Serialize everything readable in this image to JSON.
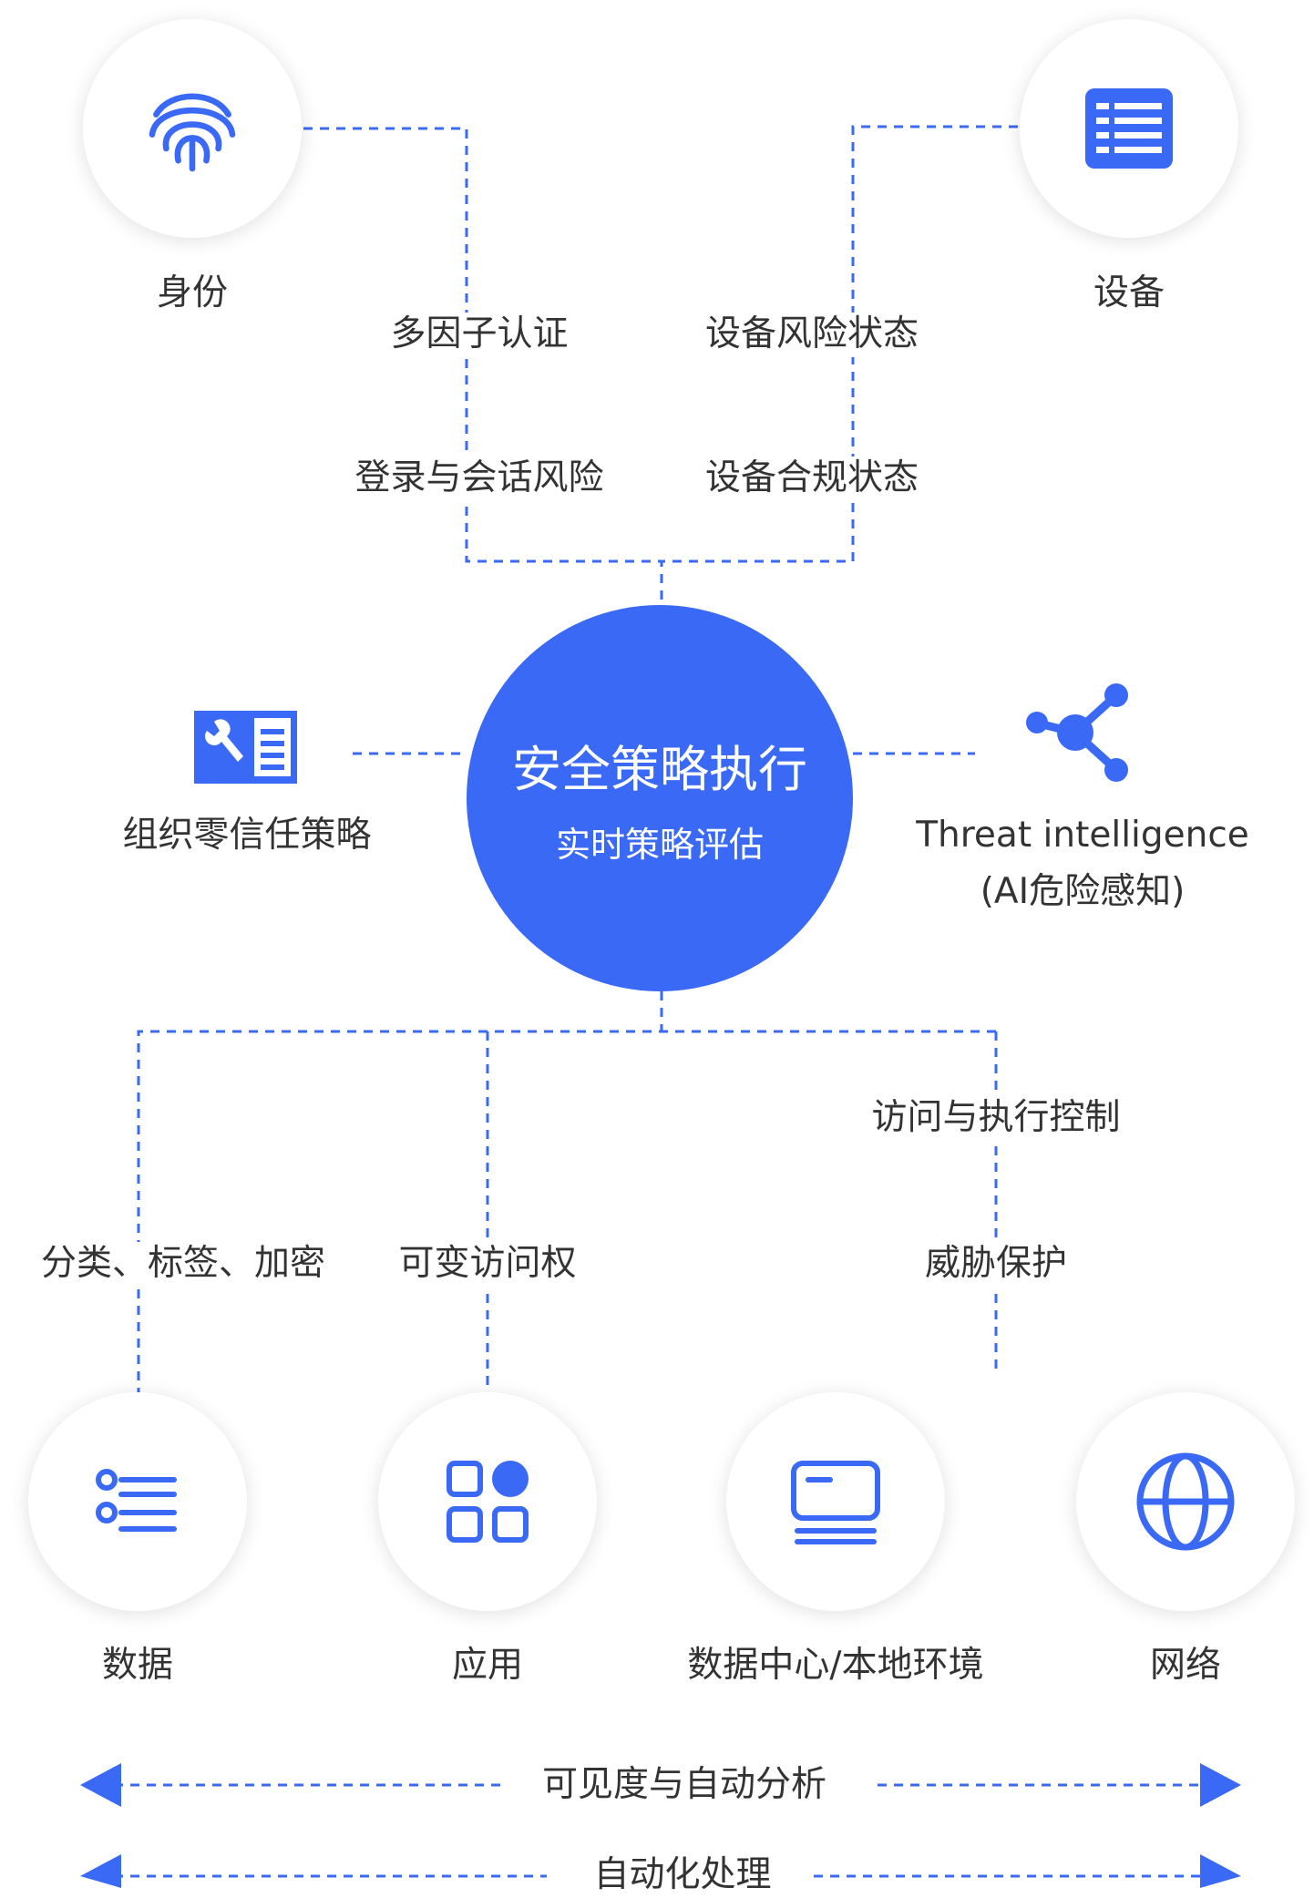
{
  "nodes": {
    "identity": {
      "label": "身份",
      "icon": "fingerprint-icon"
    },
    "device": {
      "label": "设备",
      "icon": "device-list-icon"
    },
    "policy": {
      "label": "组织零信任策略",
      "icon": "policy-document-icon"
    },
    "threat": {
      "label_line1": "Threat intelligence",
      "label_line2": "(AI危险感知)",
      "icon": "share-nodes-icon"
    },
    "data": {
      "label": "数据",
      "icon": "data-list-icon"
    },
    "application": {
      "label": "应用",
      "icon": "app-grid-icon"
    },
    "datacenter": {
      "label": "数据中心/本地环境",
      "icon": "monitor-icon"
    },
    "network": {
      "label": "网络",
      "icon": "globe-icon"
    }
  },
  "center": {
    "title": "安全策略执行",
    "subtitle": "实时策略评估"
  },
  "edge_labels": {
    "mfa": "多因子认证",
    "login_risk": "登录与会话风险",
    "device_risk": "设备风险状态",
    "device_compliance": "设备合规状态",
    "classify": "分类、标签、加密",
    "variable_access": "可变访问权",
    "access_control": "访问与执行控制",
    "threat_protection": "威胁保护"
  },
  "bottom_bars": {
    "visibility": "可见度与自动分析",
    "automation": "自动化处理"
  },
  "colors": {
    "accent": "#3a69f5",
    "text": "#333333",
    "background": "#ffffff"
  }
}
